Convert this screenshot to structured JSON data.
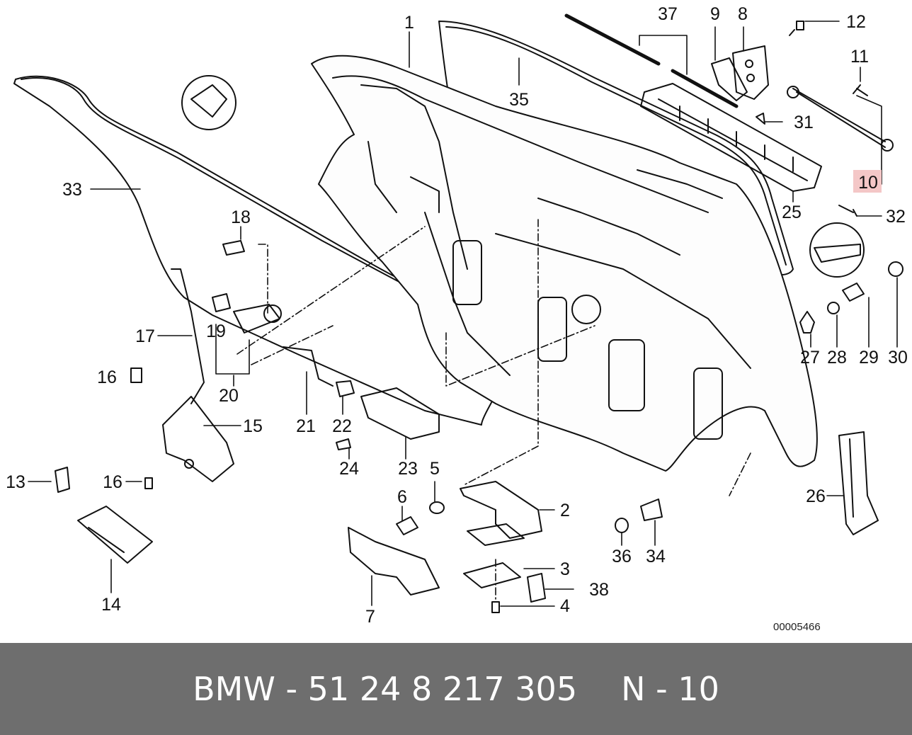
{
  "diagram": {
    "drawing_ref": "00005466",
    "highlight_color": "#f4c7c7",
    "callouts": [
      {
        "id": "1",
        "label": "1"
      },
      {
        "id": "2",
        "label": "2"
      },
      {
        "id": "3",
        "label": "3"
      },
      {
        "id": "4",
        "label": "4"
      },
      {
        "id": "5",
        "label": "5"
      },
      {
        "id": "6",
        "label": "6"
      },
      {
        "id": "7",
        "label": "7"
      },
      {
        "id": "8",
        "label": "8"
      },
      {
        "id": "9",
        "label": "9"
      },
      {
        "id": "10",
        "label": "10",
        "highlighted": true
      },
      {
        "id": "11",
        "label": "11"
      },
      {
        "id": "12",
        "label": "12"
      },
      {
        "id": "13",
        "label": "13"
      },
      {
        "id": "14",
        "label": "14"
      },
      {
        "id": "15",
        "label": "15"
      },
      {
        "id": "16a",
        "label": "16"
      },
      {
        "id": "16b",
        "label": "16"
      },
      {
        "id": "17",
        "label": "17"
      },
      {
        "id": "18",
        "label": "18"
      },
      {
        "id": "19",
        "label": "19"
      },
      {
        "id": "20",
        "label": "20"
      },
      {
        "id": "21",
        "label": "21"
      },
      {
        "id": "22",
        "label": "22"
      },
      {
        "id": "23",
        "label": "23"
      },
      {
        "id": "24",
        "label": "24"
      },
      {
        "id": "25",
        "label": "25"
      },
      {
        "id": "26",
        "label": "26"
      },
      {
        "id": "27",
        "label": "27"
      },
      {
        "id": "28",
        "label": "28"
      },
      {
        "id": "29",
        "label": "29"
      },
      {
        "id": "30",
        "label": "30"
      },
      {
        "id": "31",
        "label": "31"
      },
      {
        "id": "32",
        "label": "32"
      },
      {
        "id": "33",
        "label": "33"
      },
      {
        "id": "34",
        "label": "34"
      },
      {
        "id": "35",
        "label": "35"
      },
      {
        "id": "36",
        "label": "36"
      },
      {
        "id": "37",
        "label": "37"
      },
      {
        "id": "38",
        "label": "38"
      }
    ]
  },
  "footer": {
    "brand": "BMW",
    "separator": " - ",
    "part_number": "51 24 8 217 305",
    "position_label": "N - 10"
  }
}
